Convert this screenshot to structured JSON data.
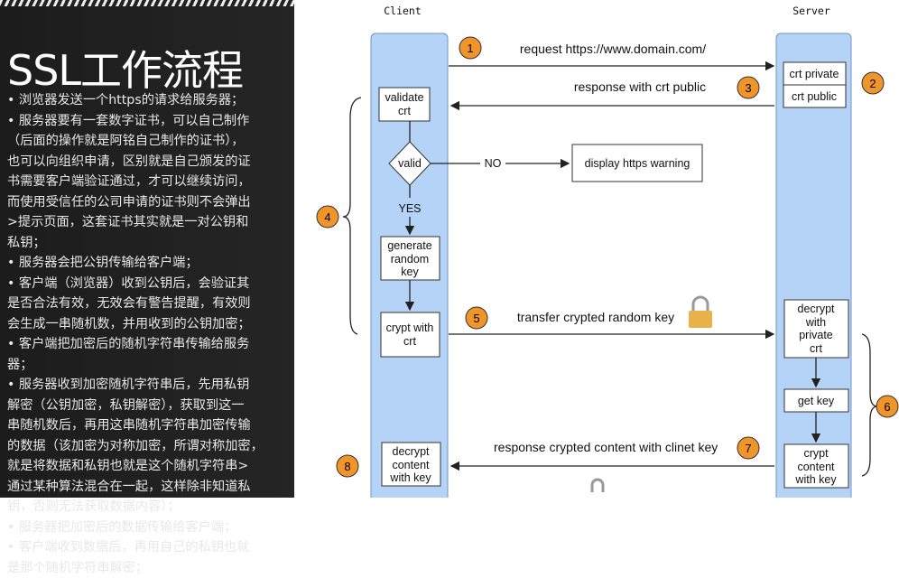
{
  "slide": {
    "title": "SSL工作流程",
    "lines": [
      "• 浏览器发送一个https的请求给服务器；",
      "• 服务器要有一套数字证书，可以自己制作",
      "（后面的操作就是阿铭自己制作的证书），",
      "也可以向组织申请，区别就是自己颁发的证",
      "书需要客户端验证通过，才可以继续访问，",
      "而使用受信任的公司申请的证书则不会弹出",
      ">提示页面，这套证书其实就是一对公钥和",
      "私钥；",
      "• 服务器会把公钥传输给客户端；",
      "• 客户端（浏览器）收到公钥后，会验证其",
      "是否合法有效，无效会有警告提醒，有效则",
      "会生成一串随机数，并用收到的公钥加密；",
      "• 客户端把加密后的随机字符串传输给服务",
      "器；",
      "• 服务器收到加密随机字符串后，先用私钥",
      "解密（公钥加密，私钥解密），获取到这一",
      "串随机数后，再用这串随机字符串加密传输",
      "的数据（该加密为对称加密，所谓对称加密，",
      "就是将数据和私钥也就是这个随机字符串>",
      "通过某种算法混合在一起，这样除非知道私",
      "钥，否则无法获取数据内容）；",
      "• 服务器把加密后的数据传输给客户端；",
      "• 客户端收到数据后，再用自己的私钥也就",
      "是那个随机字符串解密；"
    ]
  },
  "diagram": {
    "client_label": "Client",
    "server_label": "Server",
    "validate": "validate\ncrt",
    "valid": "valid",
    "no": "NO",
    "yes": "YES",
    "warning": "display https warning",
    "generate": "generate\nrandom\nkey",
    "crypt_with_crt": "crypt with\ncrt",
    "decrypt_content": "decrypt\ncontent\nwith key",
    "crt_private": "crt private",
    "crt_public": "crt public",
    "decrypt_private": "decrypt\nwith\nprivate\ncrt",
    "get_key": "get key",
    "crypt_content": "crypt\ncontent\nwith key",
    "msg1": "request https://www.domain.com/",
    "msg3": "response with crt public",
    "msg5": "transfer crypted random key",
    "msg7": "response crypted content with clinet key",
    "steps": [
      "1",
      "2",
      "3",
      "4",
      "5",
      "6",
      "7",
      "8"
    ],
    "colors": {
      "lane": "#b4d3f6",
      "lane_border": "#6f94c4",
      "step": "#f0952a"
    }
  }
}
